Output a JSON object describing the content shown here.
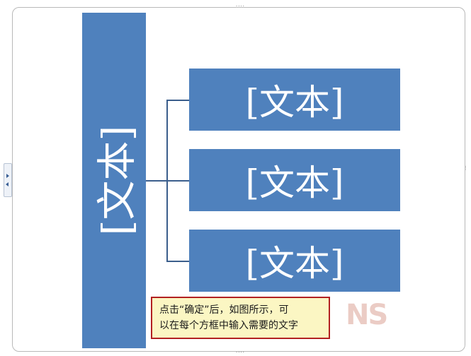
{
  "smartart": {
    "main_text": "[文本]",
    "children": [
      {
        "text": "[文本]"
      },
      {
        "text": "[文本]"
      },
      {
        "text": "[文本]"
      }
    ],
    "shape_color": "#4f81bd",
    "connector_color": "#3b5e8c"
  },
  "frame": {
    "handle_glyph": "....",
    "side_handle_glyph": "⋮"
  },
  "note": {
    "line1": "点击“确定”后，如图所示，可",
    "line2": "以在每个方框中输入需要的文字",
    "background": "#fbf6c3",
    "border": "#b22121"
  },
  "watermark": {
    "text": "NS"
  },
  "icons": {
    "pane_toggle": "text-pane-expand-icon"
  }
}
